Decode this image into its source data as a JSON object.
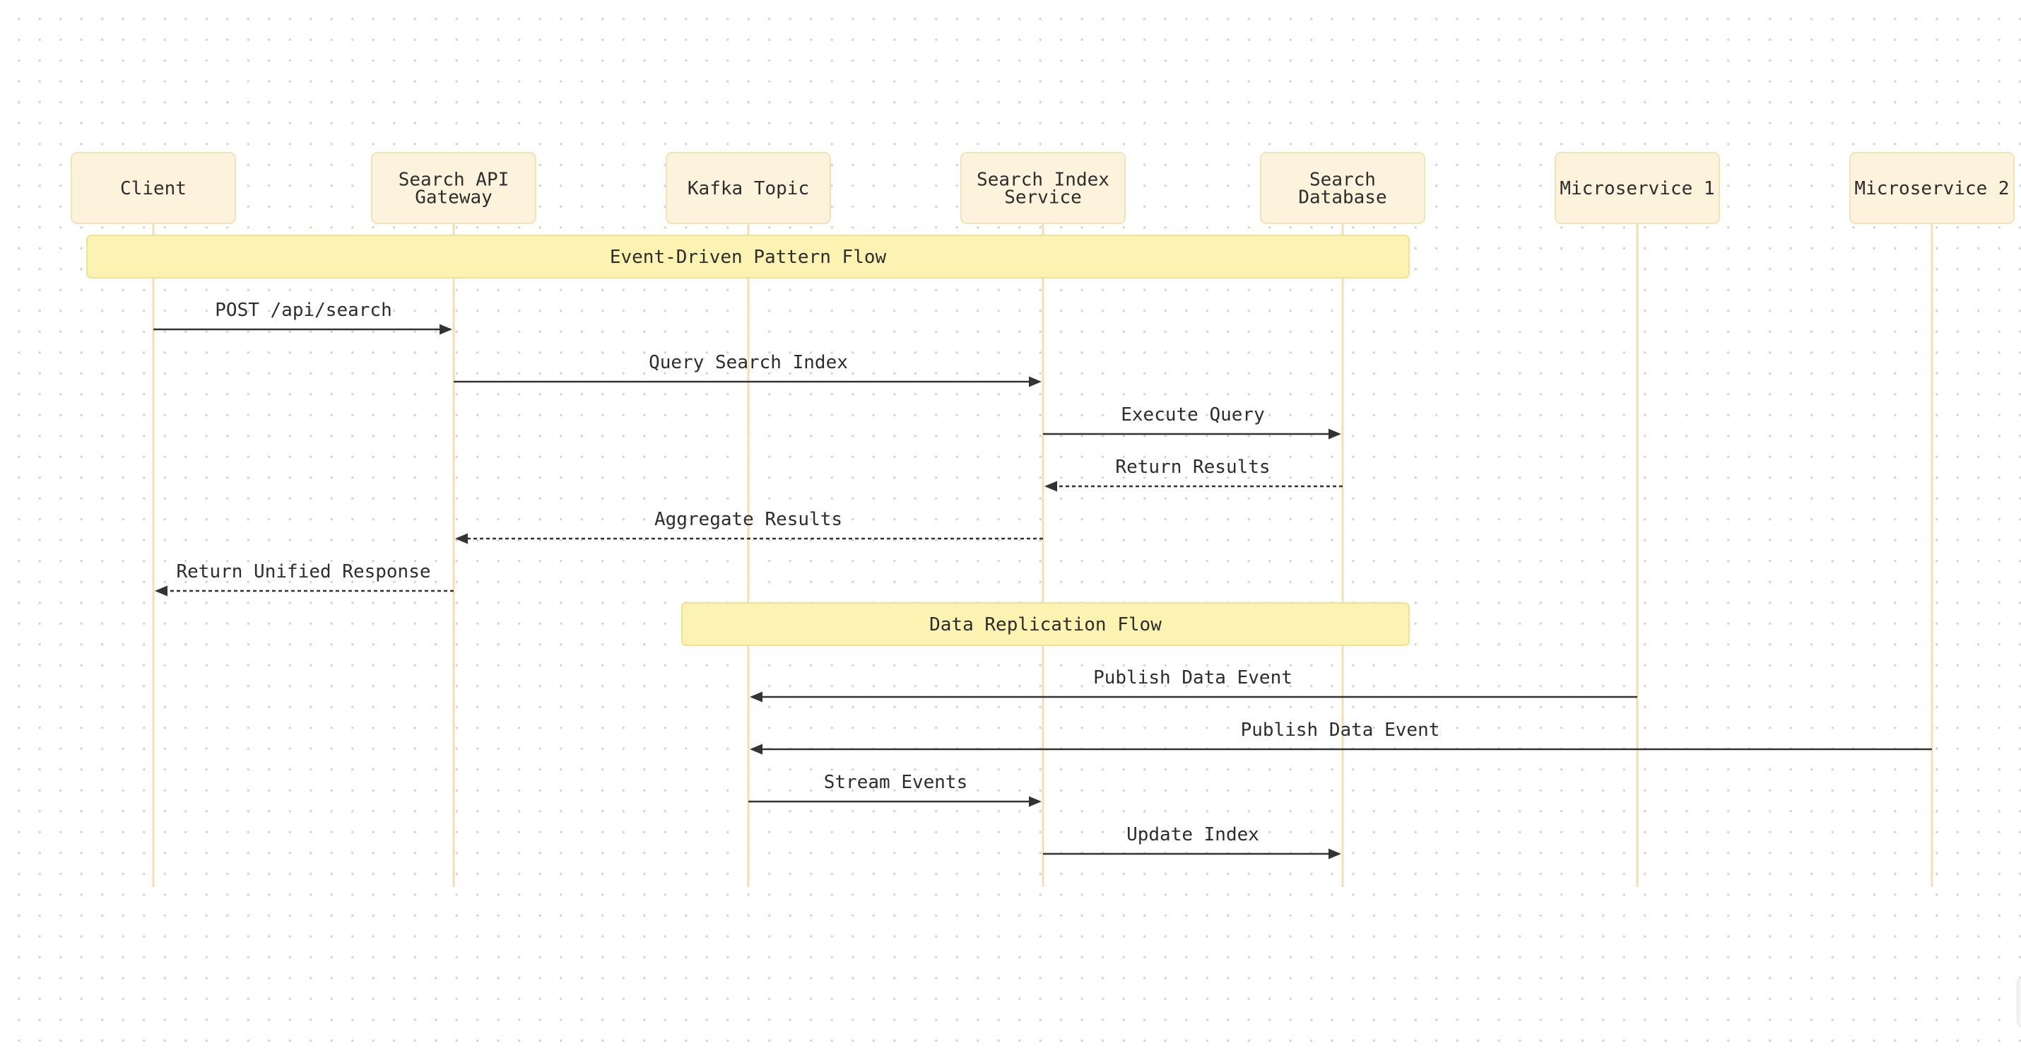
{
  "diagram": {
    "type": "sequence",
    "actors": [
      {
        "id": "client",
        "lines": [
          "Client"
        ]
      },
      {
        "id": "gateway",
        "lines": [
          "Search API",
          "Gateway"
        ]
      },
      {
        "id": "kafka",
        "lines": [
          "Kafka Topic"
        ]
      },
      {
        "id": "index",
        "lines": [
          "Search Index",
          "Service"
        ]
      },
      {
        "id": "db",
        "lines": [
          "Search",
          "Database"
        ]
      },
      {
        "id": "ms1",
        "lines": [
          "Microservice 1"
        ]
      },
      {
        "id": "ms2",
        "lines": [
          "Microservice 2"
        ]
      }
    ],
    "events": [
      {
        "kind": "note",
        "text": "Event-Driven Pattern Flow",
        "over": [
          "client",
          "db"
        ]
      },
      {
        "kind": "message",
        "from": "client",
        "to": "gateway",
        "label": "POST /api/search",
        "style": "solid"
      },
      {
        "kind": "message",
        "from": "gateway",
        "to": "index",
        "label": "Query Search Index",
        "style": "solid"
      },
      {
        "kind": "message",
        "from": "index",
        "to": "db",
        "label": "Execute Query",
        "style": "solid"
      },
      {
        "kind": "message",
        "from": "db",
        "to": "index",
        "label": "Return Results",
        "style": "dashed"
      },
      {
        "kind": "message",
        "from": "index",
        "to": "gateway",
        "label": "Aggregate Results",
        "style": "dashed"
      },
      {
        "kind": "message",
        "from": "gateway",
        "to": "client",
        "label": "Return Unified Response",
        "style": "dashed"
      },
      {
        "kind": "note",
        "text": "Data Replication Flow",
        "over": [
          "kafka",
          "db"
        ]
      },
      {
        "kind": "message",
        "from": "ms1",
        "to": "kafka",
        "label": "Publish Data Event",
        "style": "solid"
      },
      {
        "kind": "message",
        "from": "ms2",
        "to": "kafka",
        "label": "Publish Data Event",
        "style": "solid"
      },
      {
        "kind": "message",
        "from": "kafka",
        "to": "index",
        "label": "Stream Events",
        "style": "solid"
      },
      {
        "kind": "message",
        "from": "index",
        "to": "db",
        "label": "Update Index",
        "style": "solid"
      }
    ]
  },
  "colors": {
    "actor_fill": "#fdf3dd",
    "actor_border": "#f1e2b8",
    "lifeline": "#f2dfb6",
    "note_fill": "#fcf3b3",
    "note_border": "#ece29a",
    "arrow": "#333333",
    "text": "#2d2d2d"
  }
}
